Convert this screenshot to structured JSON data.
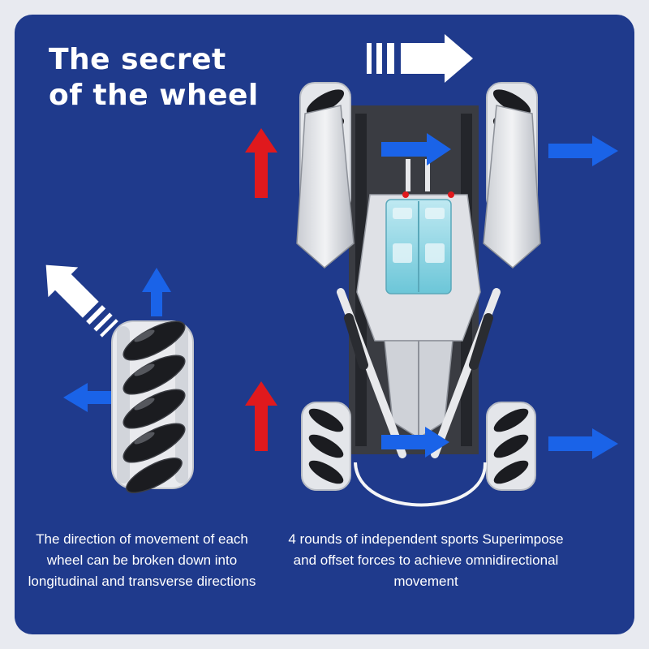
{
  "title": {
    "line1": "The secret",
    "line2": "of the wheel"
  },
  "captions": {
    "left": "The direction of movement of each wheel can be broken down into longitudinal and transverse directions",
    "right": "4 rounds of independent sports Superimpose and offset forces to achieve omnidirectional movement"
  },
  "colors": {
    "background": "#1f3a8c",
    "arrow_red": "#e0191d",
    "arrow_blue": "#1a63e8",
    "arrow_white": "#ffffff"
  }
}
